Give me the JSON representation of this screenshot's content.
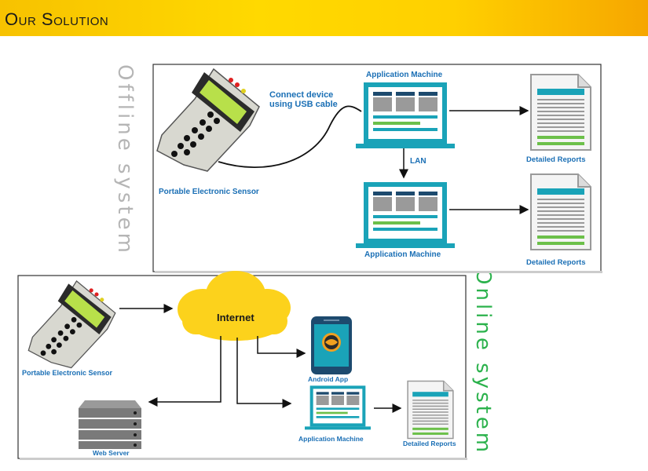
{
  "header": {
    "title": "Our Solution"
  },
  "offline": {
    "side_label": "Offline system",
    "usb_label_line1": "Connect device",
    "usb_label_line2": "using USB cable",
    "sensor_label": "Portable Electronic Sensor",
    "machine_top_label": "Application Machine",
    "machine_bottom_label": "Application Machine",
    "lan_label": "LAN",
    "report_top_label": "Detailed Reports",
    "report_bottom_label": "Detailed Reports"
  },
  "online": {
    "side_label": "Online system",
    "cloud_label": "Internet",
    "sensor_label": "Portable Electronic Sensor",
    "android_label": "Android App",
    "machine_label": "Application Machine",
    "server_label": "Web Server",
    "report_label": "Detailed Reports"
  },
  "colors": {
    "accent_blue": "#1a6fb5",
    "teal": "#1aa3b8",
    "cloud_yellow": "#fcd21c",
    "online_green": "#2bb24c"
  }
}
